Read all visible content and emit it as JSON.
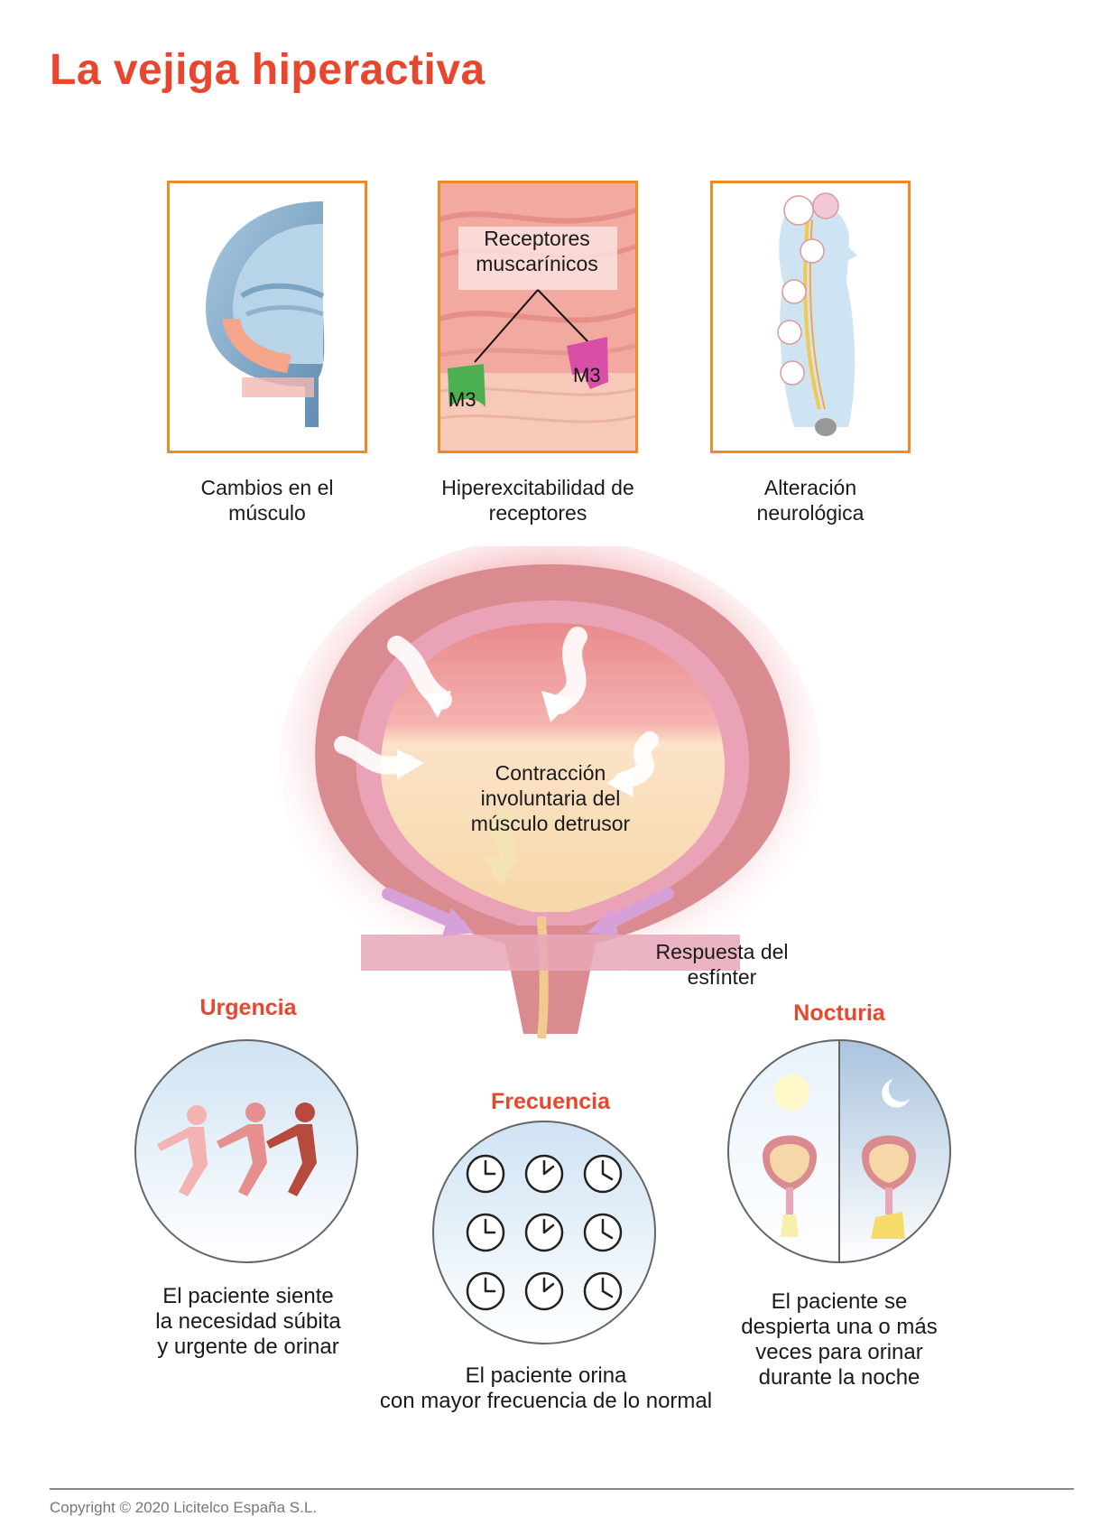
{
  "title": "La vejiga hiperactiva",
  "panels": [
    {
      "caption_line1": "Cambios en el",
      "caption_line2": "músculo"
    },
    {
      "caption_line1": "Hiperexcitabilidad de",
      "caption_line2": "receptores",
      "label_line1": "Receptores",
      "label_line2": "muscarínicos",
      "m3_left": "M3",
      "m3_right": "M3"
    },
    {
      "caption_line1": "Alteración",
      "caption_line2": "neurológica"
    }
  ],
  "bladder": {
    "center_line1": "Contracción",
    "center_line2": "involuntaria del",
    "center_line3": "músculo detrusor",
    "sphincter_line1": "Respuesta del",
    "sphincter_line2": "esfínter"
  },
  "symptoms": {
    "urgency": {
      "heading": "Urgencia",
      "line1": "El paciente siente",
      "line2": "la necesidad súbita",
      "line3": "y urgente de orinar"
    },
    "frequency": {
      "heading": "Frecuencia",
      "line1": "El paciente orina",
      "line2": "con mayor frecuencia de lo normal"
    },
    "nocturia": {
      "heading": "Nocturia",
      "line1": "El paciente se",
      "line2": "despierta una o más",
      "line3": "veces para orinar",
      "line4": "durante la noche"
    }
  },
  "copyright": "Copyright © 2020 Licitelco España S.L.",
  "colors": {
    "title": "#e8472f",
    "panel_border": "#f08a24",
    "bladder_wall": "#e8a6b8",
    "arrow_purple": "#c98ac9"
  }
}
